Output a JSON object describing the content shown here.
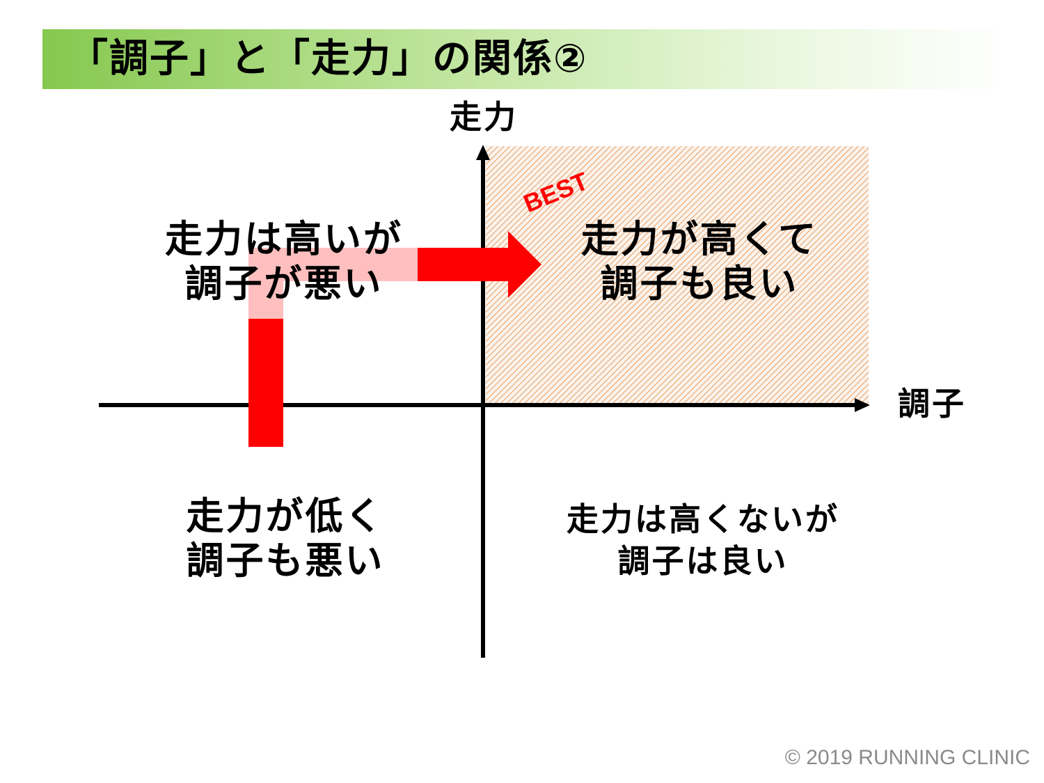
{
  "title": "「調子」と「走力」の関係②",
  "axes": {
    "y_label": "走力",
    "x_label": "調子"
  },
  "quadrants": {
    "top_left": {
      "line1": "走力は高いが",
      "line2": "調子が悪い"
    },
    "top_right": {
      "line1": "走力が高くて",
      "line2": "調子も良い"
    },
    "bottom_left": {
      "line1": "走力が低く",
      "line2": "調子も悪い"
    },
    "bottom_right": {
      "line1": "走力は高くないが",
      "line2": "調子は良い"
    }
  },
  "best_label": "BEST",
  "copyright": "© 2019 RUNNING CLINIC",
  "colors": {
    "title_gradient_start": "#86c84f",
    "arrow_red": "#ff0000",
    "arrow_faded": "#ffbfbf",
    "hatch_line": "#e8a36a",
    "best_text": "#ff0000",
    "copyright_text": "#8a8a8a"
  }
}
